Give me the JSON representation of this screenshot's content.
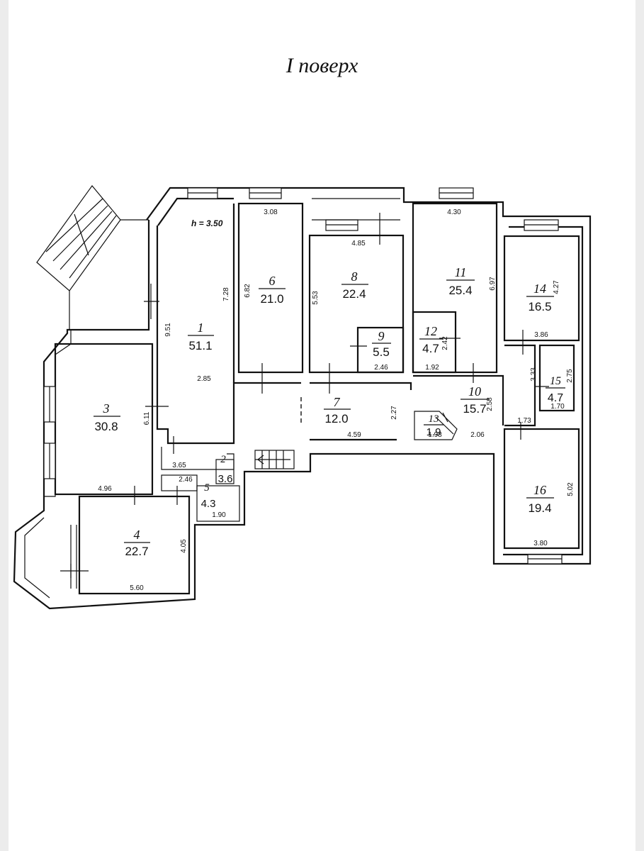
{
  "floor_title": "І поверх",
  "ceiling_height": "h = 3.50",
  "rooms": [
    {
      "num": "1",
      "area": "51.1"
    },
    {
      "num": "2",
      "area": "3.6"
    },
    {
      "num": "3",
      "area": "30.8"
    },
    {
      "num": "4",
      "area": "22.7"
    },
    {
      "num": "5",
      "area": "4.3"
    },
    {
      "num": "6",
      "area": "21.0"
    },
    {
      "num": "7",
      "area": "12.0"
    },
    {
      "num": "8",
      "area": "22.4"
    },
    {
      "num": "9",
      "area": "5.5"
    },
    {
      "num": "10",
      "area": "15.7"
    },
    {
      "num": "11",
      "area": "25.4"
    },
    {
      "num": "12",
      "area": "4.7"
    },
    {
      "num": "13",
      "area": "1.9"
    },
    {
      "num": "14",
      "area": "16.5"
    },
    {
      "num": "15",
      "area": "4.7"
    },
    {
      "num": "16",
      "area": "19.4"
    }
  ],
  "dimensions": [
    "3.08",
    "6.82",
    "4.85",
    "5.53",
    "4.30",
    "6.97",
    "4.27",
    "3.86",
    "7.28",
    "9.51",
    "2.85",
    "2.46",
    "2.42",
    "1.92",
    "3.33",
    "2.75",
    "1.70",
    "2.27",
    "2.58",
    "4.59",
    "1.98",
    "2.06",
    "1.73",
    "6.11",
    "3.65",
    "2.46",
    "1.90",
    "4.96",
    "4.05",
    "5.60",
    "5.02",
    "3.80"
  ]
}
